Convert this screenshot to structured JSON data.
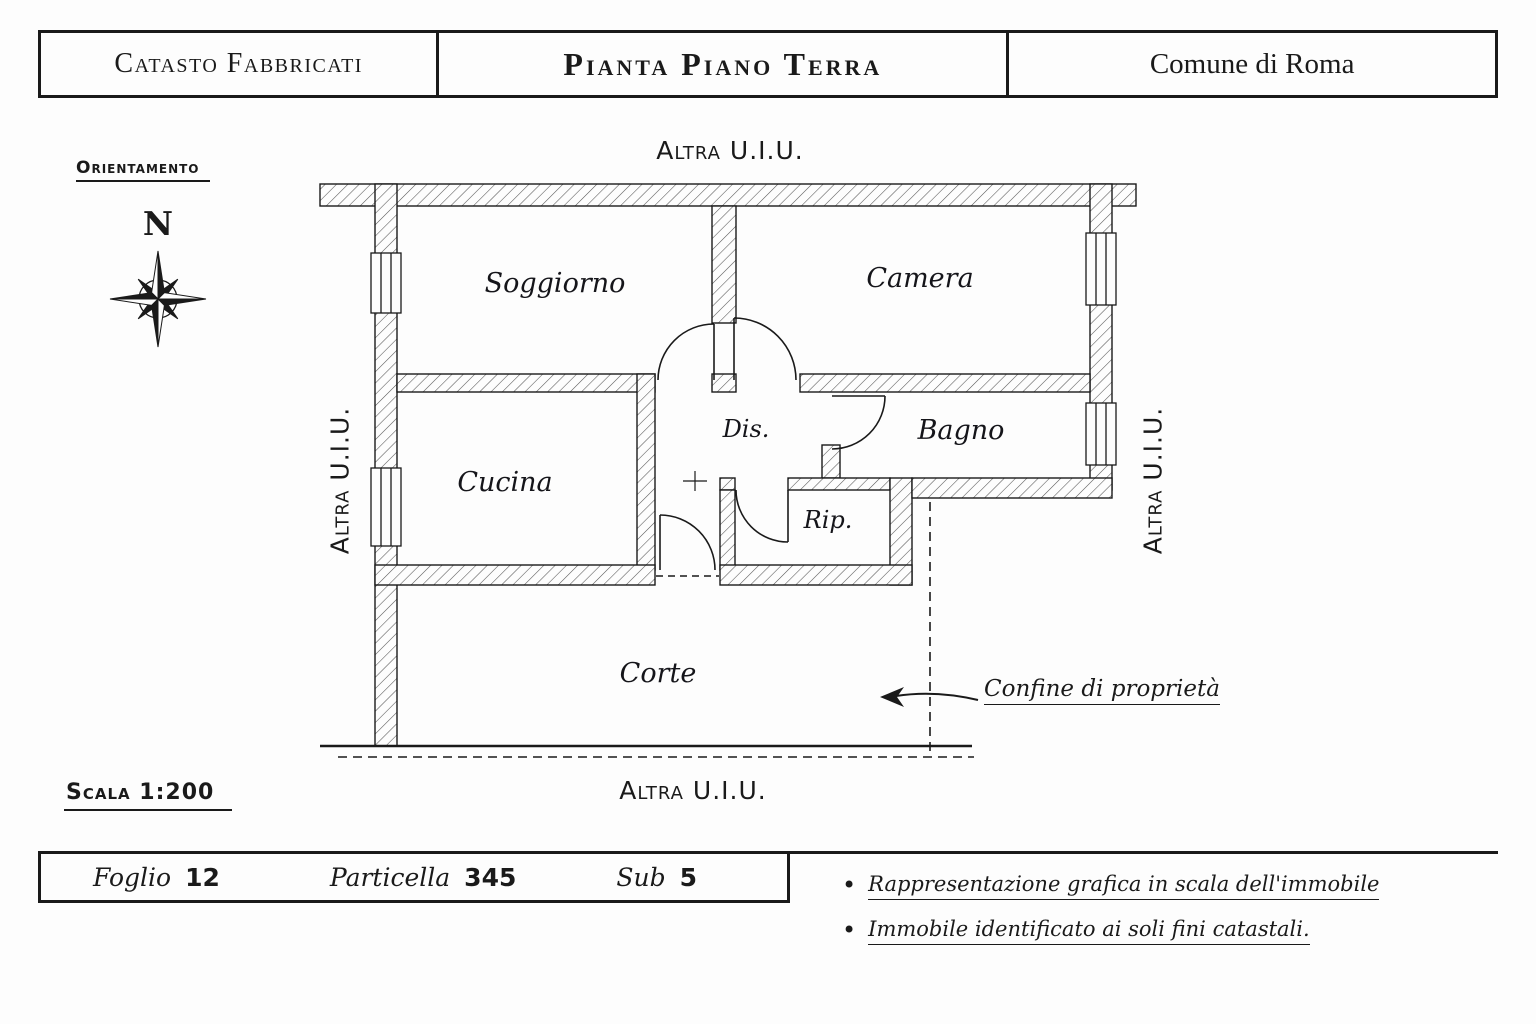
{
  "header": {
    "left": "Catasto Fabbricati",
    "center": "Pianta Piano Terra",
    "right": "Comune di Roma"
  },
  "orientation": {
    "label": "Orientamento",
    "north_letter": "N"
  },
  "plan": {
    "neighbor_top": "Altra U.I.U.",
    "neighbor_left": "Altra U.I.U.",
    "neighbor_right": "Altra U.I.U.",
    "neighbor_bottom": "Altra U.I.U.",
    "rooms": [
      {
        "name": "Soggiorno"
      },
      {
        "name": "Camera"
      },
      {
        "name": "Cucina"
      },
      {
        "name": "Dis."
      },
      {
        "name": "Bagno"
      },
      {
        "name": "Rip."
      },
      {
        "name": "Corte"
      }
    ],
    "boundary_label": "Confine di proprietà"
  },
  "scale_label": "Scala 1:200",
  "footer": {
    "bullet": "•",
    "foglio_label": "Foglio",
    "foglio_value": "12",
    "particella_label": "Particella",
    "particella_value": "345",
    "sub_label": "Sub",
    "sub_value": "5",
    "notes": [
      "Rappresentazione grafica in scala dell'immobile",
      "Immobile identificato ai soli fini catastali."
    ]
  },
  "colors": {
    "ink": "#1a1a1a",
    "paper": "#fdfdfd"
  }
}
